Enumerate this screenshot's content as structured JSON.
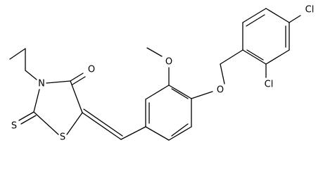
{
  "molecule": {
    "atoms": {
      "o_methoxy": "O",
      "o_ether": "O",
      "o_carbonyl": "O",
      "n_ring": "N",
      "s_ring": "S",
      "s_thione": "S",
      "cl_top": "Cl",
      "cl_bottom": "Cl"
    },
    "colors": {
      "ink": "#000000",
      "background": "#ffffff"
    }
  }
}
